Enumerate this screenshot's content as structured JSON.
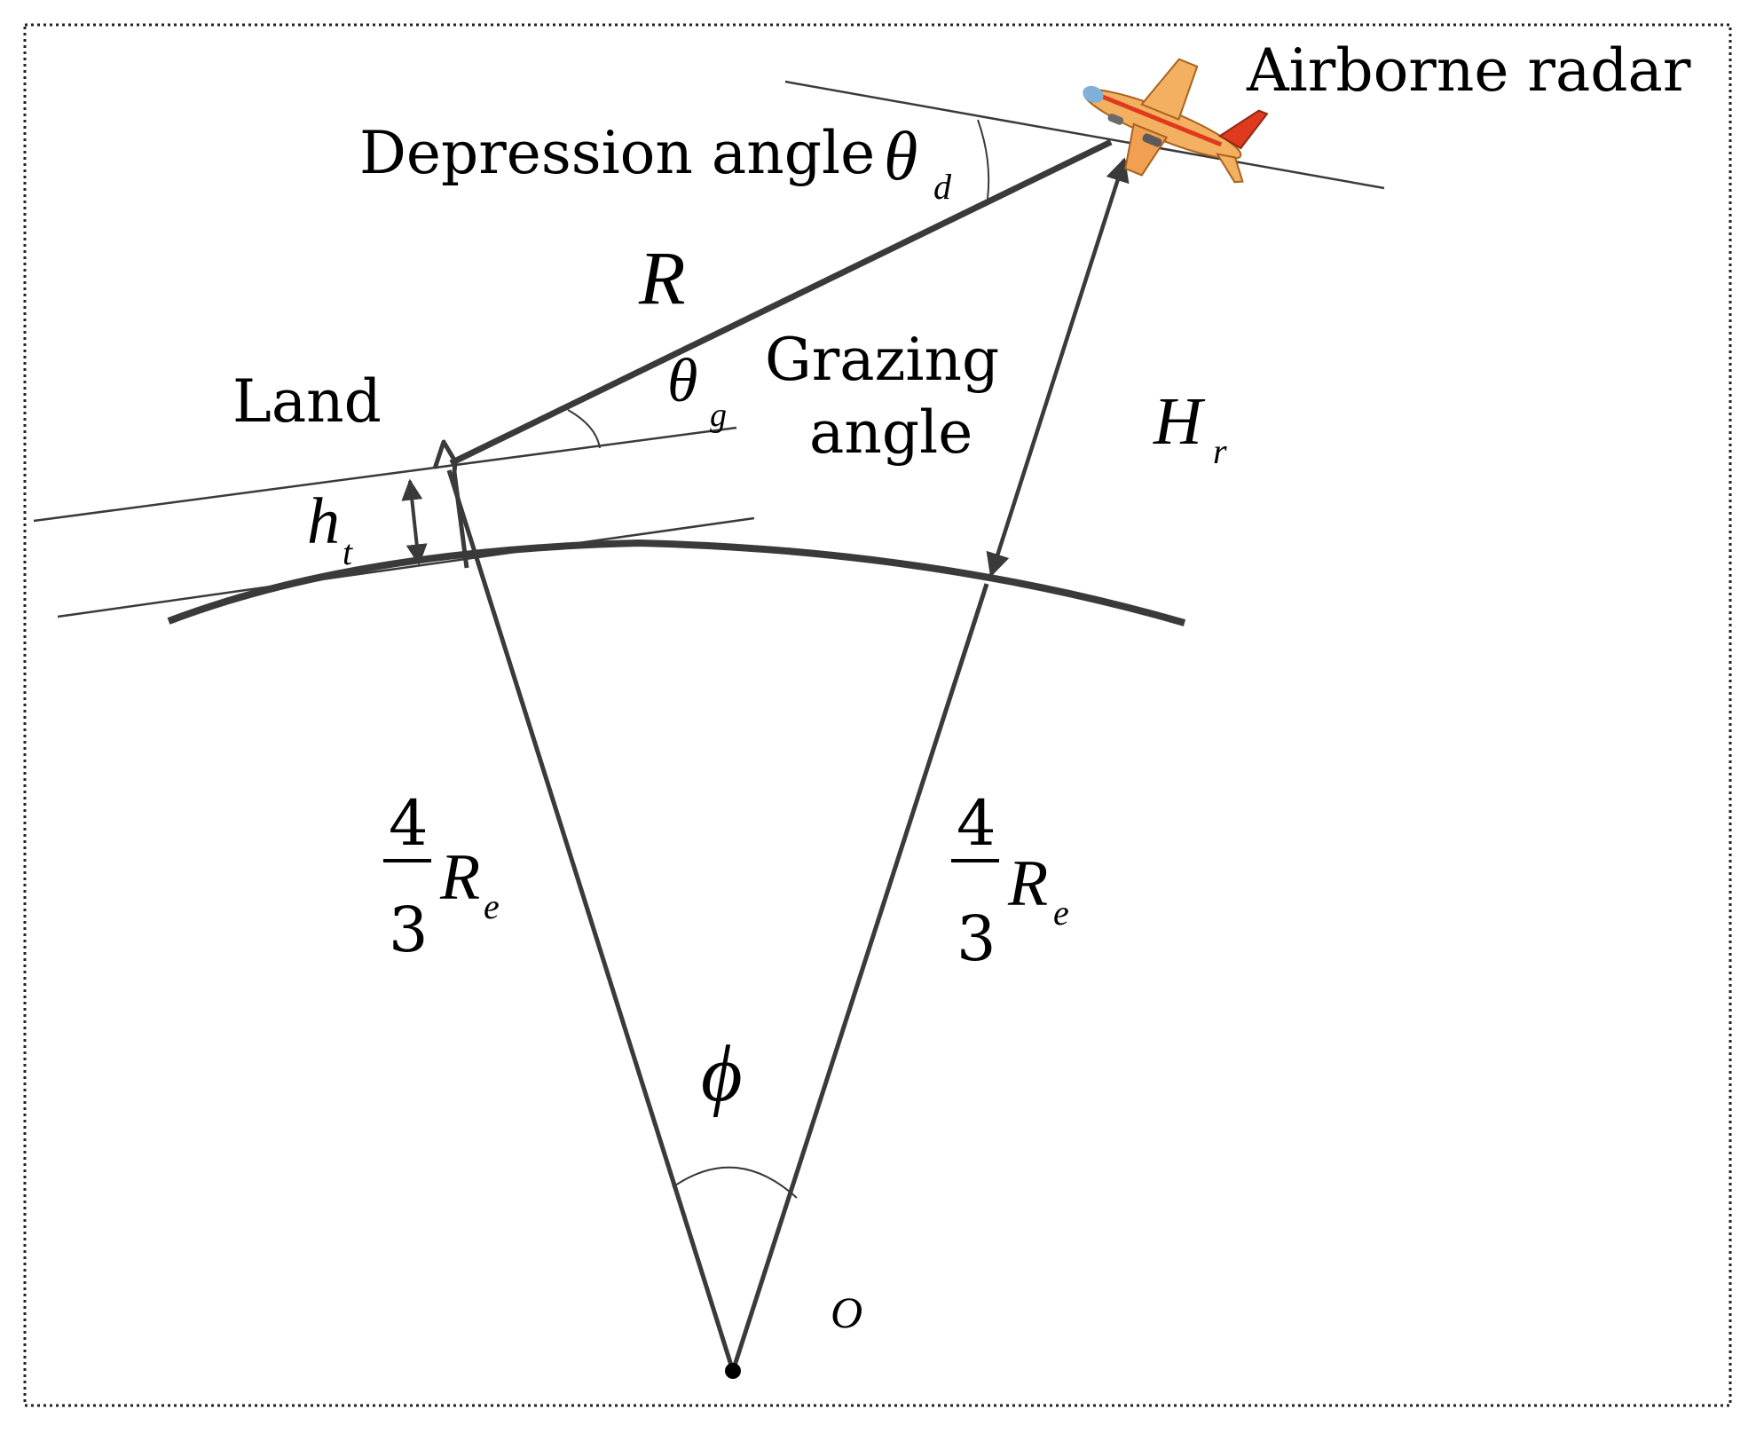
{
  "labels": {
    "airborne_radar": "Airborne radar",
    "depression_angle": "Depression angle",
    "grazing_angle_line1": "Grazing",
    "grazing_angle_line2": "angle",
    "land": "Land"
  },
  "symbols": {
    "theta": "θ",
    "theta_d_sub": "d",
    "theta_g_sub": "g",
    "R": "R",
    "H": "H",
    "H_sub": "r",
    "h": "h",
    "h_sub": "t",
    "frac_num": "4",
    "frac_den": "3",
    "Re_main": "R",
    "Re_sub": "e",
    "phi": "ϕ",
    "origin": "O"
  },
  "colors": {
    "line": "#3a3a3a",
    "frame": "#222222",
    "plane_body": "#f4b061",
    "plane_accent": "#e03a1e"
  },
  "icons": {
    "aircraft": "airplane-icon"
  }
}
